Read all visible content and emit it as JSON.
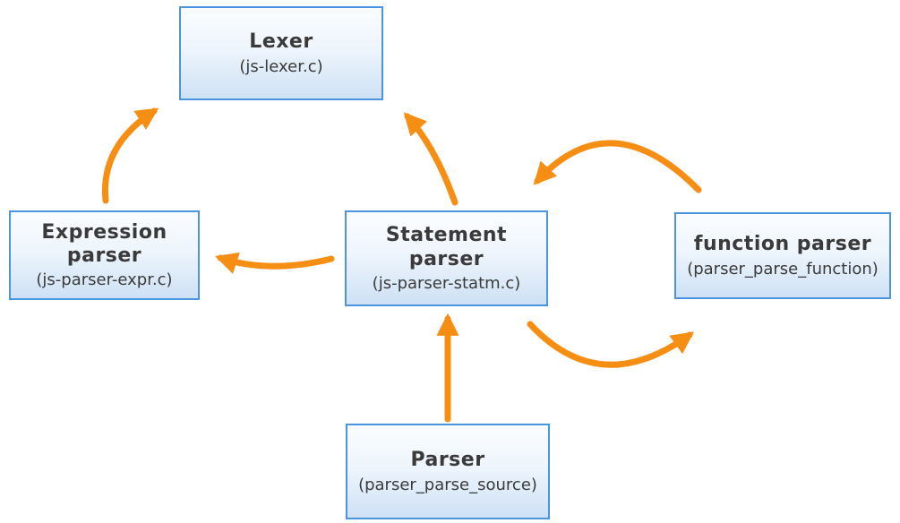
{
  "diagram": {
    "colors": {
      "arrow": "#f78e14",
      "box_border": "#4b94e0",
      "box_fill_top": "#fafdff",
      "box_fill_bottom": "#cee1f5",
      "text": "#3a3a3a"
    },
    "nodes": {
      "lexer": {
        "title": "Lexer",
        "subtitle": "(js-lexer.c)"
      },
      "expression_parser": {
        "title": "Expression\nparser",
        "subtitle": "(js-parser-expr.c)"
      },
      "statement_parser": {
        "title": "Statement\nparser",
        "subtitle": "(js-parser-statm.c)"
      },
      "function_parser": {
        "title": "function parser",
        "subtitle": "(parser_parse_function)"
      },
      "parser": {
        "title": "Parser",
        "subtitle": "(parser_parse_source)"
      }
    },
    "edges": [
      {
        "from": "expression-parser",
        "to": "lexer"
      },
      {
        "from": "statement-parser",
        "to": "lexer"
      },
      {
        "from": "statement-parser",
        "to": "expression-parser"
      },
      {
        "from": "function-parser",
        "to": "statement-parser"
      },
      {
        "from": "statement-parser",
        "to": "function-parser"
      },
      {
        "from": "parser",
        "to": "statement-parser"
      }
    ]
  }
}
